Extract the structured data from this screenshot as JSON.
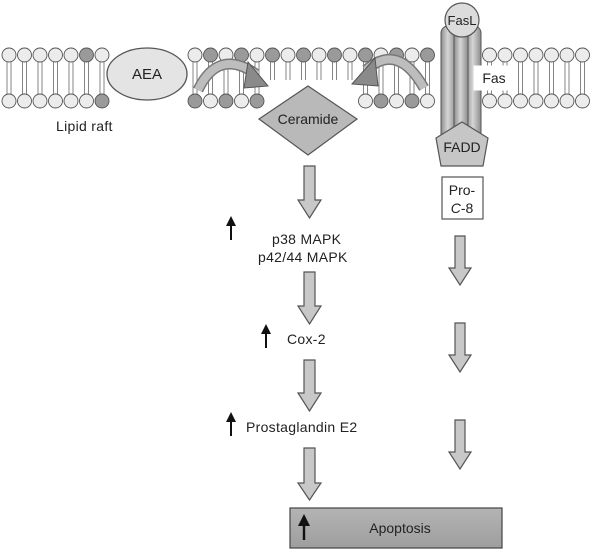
{
  "membrane": {
    "raft_label": "Lipid raft",
    "aea_label": "AEA",
    "ceramide_label": "Ceramide",
    "fasl_label": "FasL",
    "fas_label": "Fas",
    "fadd_label": "FADD",
    "proc8_line1": "Pro-",
    "proc8_line2_italic": "C",
    "proc8_line2_rest": "-8"
  },
  "pathway": {
    "mapk_line1": "p38 MAPK",
    "mapk_line2": "p42/44 MAPK",
    "cox2": "Cox-2",
    "pge2": "Prostaglandin E2",
    "apoptosis": "Apoptosis"
  },
  "colors": {
    "lipid_head_light": "#ececec",
    "lipid_head_dark": "#9a9a9a",
    "arrow_fill": "#c8c8c8",
    "receptor_fill": "#bdbdbd",
    "apoptosis_box": "#a9a9a9"
  }
}
